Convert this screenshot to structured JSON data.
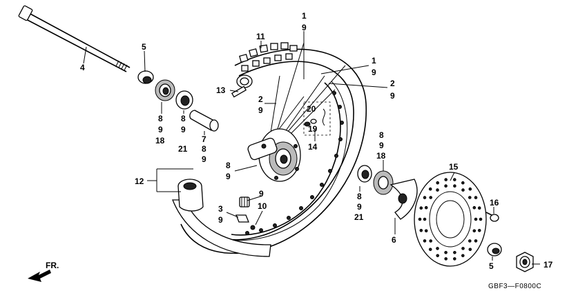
{
  "diagram": {
    "code": "GBF3—F0800C",
    "direction": "FR."
  },
  "callouts": [
    {
      "id": "c-4",
      "text": "4"
    },
    {
      "id": "c-5a",
      "text": "5"
    },
    {
      "id": "c-11",
      "text": "11"
    },
    {
      "id": "c-13",
      "text": "13"
    },
    {
      "id": "c-1a",
      "text": "1"
    },
    {
      "id": "c-9a",
      "text": "9"
    },
    {
      "id": "c-1b",
      "text": "1"
    },
    {
      "id": "c-9b",
      "text": "9"
    },
    {
      "id": "c-2a",
      "text": "2"
    },
    {
      "id": "c-9c",
      "text": "9"
    },
    {
      "id": "c-2b",
      "text": "2"
    },
    {
      "id": "c-9d",
      "text": "9"
    },
    {
      "id": "c-20",
      "text": "20"
    },
    {
      "id": "c-19",
      "text": "19"
    },
    {
      "id": "c-14",
      "text": "14"
    },
    {
      "id": "c-8a",
      "text": "8"
    },
    {
      "id": "c-9e",
      "text": "9"
    },
    {
      "id": "c-18a",
      "text": "18"
    },
    {
      "id": "c-8b",
      "text": "8"
    },
    {
      "id": "c-9f",
      "text": "9"
    },
    {
      "id": "c-21a",
      "text": "21"
    },
    {
      "id": "c-7",
      "text": "7"
    },
    {
      "id": "c-8c",
      "text": "8"
    },
    {
      "id": "c-9g",
      "text": "9"
    },
    {
      "id": "c-8d",
      "text": "8"
    },
    {
      "id": "c-9h",
      "text": "9"
    },
    {
      "id": "c-12",
      "text": "12"
    },
    {
      "id": "c-9i",
      "text": "9"
    },
    {
      "id": "c-3",
      "text": "3"
    },
    {
      "id": "c-9j",
      "text": "9"
    },
    {
      "id": "c-10",
      "text": "10"
    },
    {
      "id": "c-8e",
      "text": "8"
    },
    {
      "id": "c-9k",
      "text": "9"
    },
    {
      "id": "c-18b",
      "text": "18"
    },
    {
      "id": "c-8f",
      "text": "8"
    },
    {
      "id": "c-9l",
      "text": "9"
    },
    {
      "id": "c-21b",
      "text": "21"
    },
    {
      "id": "c-6",
      "text": "6"
    },
    {
      "id": "c-15",
      "text": "15"
    },
    {
      "id": "c-16",
      "text": "16"
    },
    {
      "id": "c-5b",
      "text": "5"
    },
    {
      "id": "c-17",
      "text": "17"
    }
  ]
}
